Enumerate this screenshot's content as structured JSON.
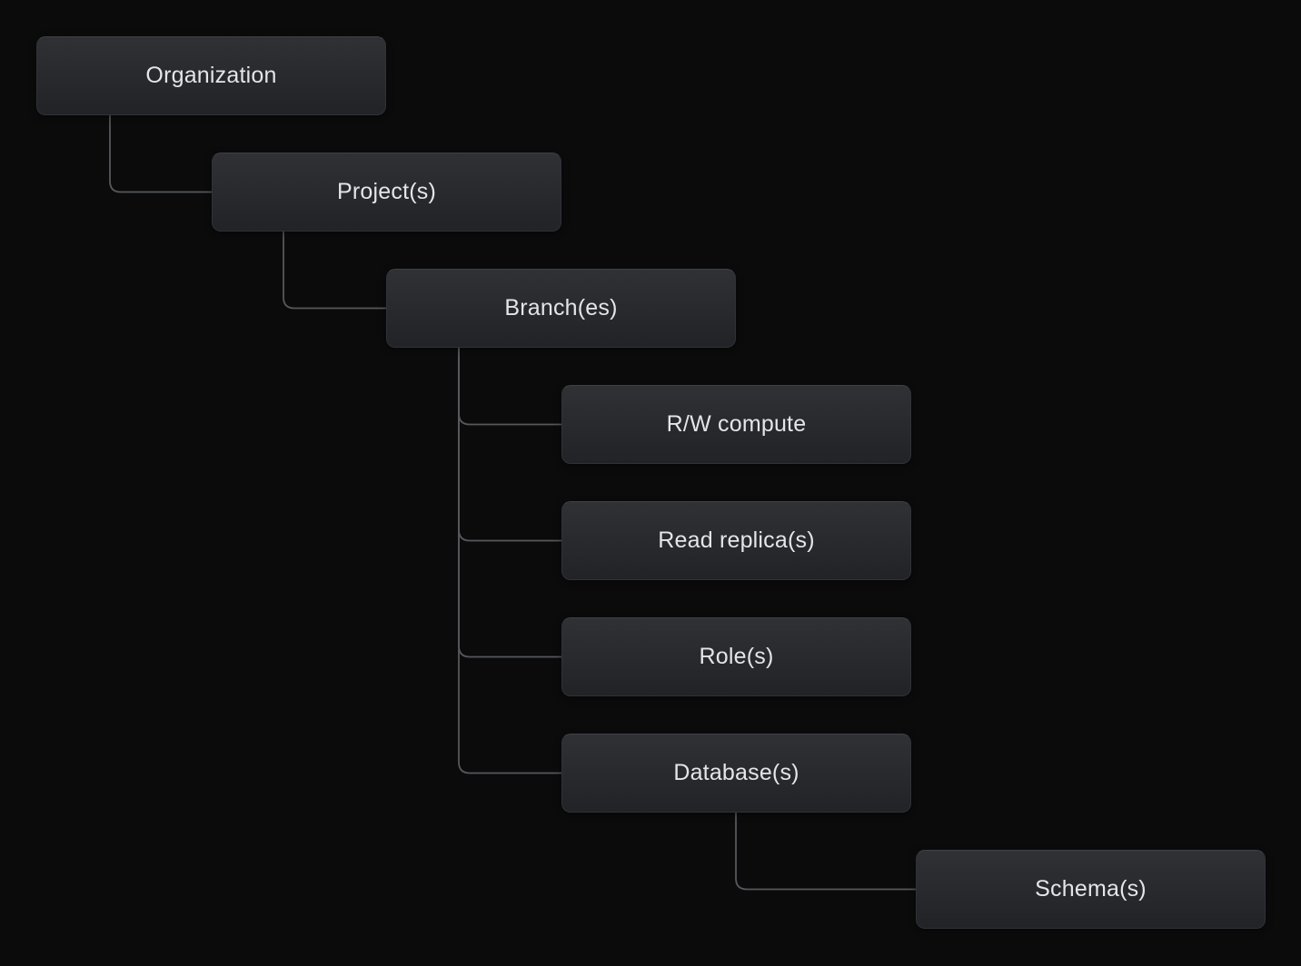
{
  "diagram": {
    "type": "tree-hierarchy",
    "nodes": [
      {
        "id": "organization",
        "label": "Organization"
      },
      {
        "id": "projects",
        "label": "Project(s)"
      },
      {
        "id": "branches",
        "label": "Branch(es)"
      },
      {
        "id": "rw-compute",
        "label": "R/W compute"
      },
      {
        "id": "read-replicas",
        "label": "Read replica(s)"
      },
      {
        "id": "roles",
        "label": "Role(s)"
      },
      {
        "id": "databases",
        "label": "Database(s)"
      },
      {
        "id": "schemas",
        "label": "Schema(s)"
      }
    ],
    "edges": [
      {
        "from": "organization",
        "to": "projects"
      },
      {
        "from": "projects",
        "to": "branches"
      },
      {
        "from": "branches",
        "to": "rw-compute"
      },
      {
        "from": "branches",
        "to": "read-replicas"
      },
      {
        "from": "branches",
        "to": "roles"
      },
      {
        "from": "branches",
        "to": "databases"
      },
      {
        "from": "databases",
        "to": "schemas"
      }
    ],
    "colors": {
      "background": "#0b0b0c",
      "node_fill_top": "#2f3135",
      "node_fill_bottom": "#212327",
      "node_border": "#2f3236",
      "node_border_top": "#3e4145",
      "connector": "#56585c",
      "text": "#e3e5e8"
    }
  }
}
